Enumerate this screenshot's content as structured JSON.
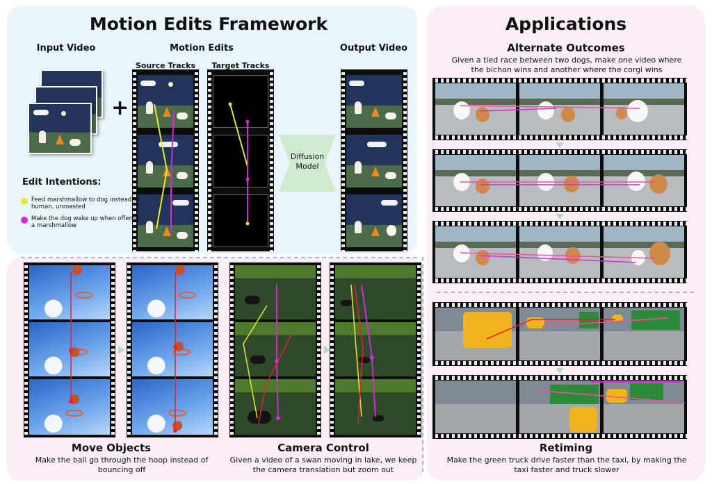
{
  "framework": {
    "title": "Motion Edits Framework",
    "input_label": "Input Video",
    "edits_label": "Motion Edits",
    "source_label": "Source Tracks",
    "target_label": "Target Tracks",
    "output_label": "Output Video",
    "model_label": "Diffusion\nModel",
    "intentions_title": "Edit Intentions:",
    "intentions": [
      {
        "color": "#e8ea2a",
        "text": "Feed marshmallow to dog instead of human, unroasted"
      },
      {
        "color": "#d42ad1",
        "text": "Make the dog wake up when offered a marshmallow"
      }
    ]
  },
  "applications": {
    "title": "Applications",
    "alternate_title": "Alternate Outcomes",
    "alternate_caption": "Given a tied race between two dogs, make one video where the bichon wins and another where the corgi wins",
    "retiming_title": "Retiming",
    "retiming_caption": "Make the green truck drive faster than the taxi, by making the taxi faster and truck slower"
  },
  "examples": {
    "move_title": "Move Objects",
    "move_caption": "Make the ball go through the hoop instead of bouncing off",
    "camera_title": "Camera Control",
    "camera_caption": "Given a video of a swan moving in lake, we keep the camera translation but zoom out"
  },
  "colors": {
    "track_yellow": "#e8ea2a",
    "track_magenta": "#d42ad1",
    "track_red": "#e8202a",
    "track_pink": "#f0509a",
    "arrow_green": "#b5dcae"
  }
}
